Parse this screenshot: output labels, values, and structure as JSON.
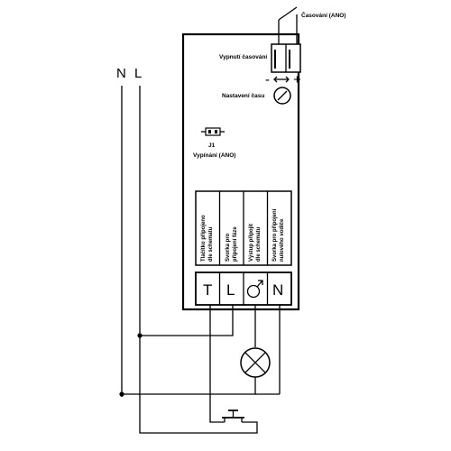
{
  "supply": {
    "n_label": "N",
    "l_label": "L"
  },
  "labels": {
    "casovani": "Časování (ANO)",
    "vypnuti": "Vypnutí časování",
    "nastaveni": "Nastavení času",
    "minus": "-",
    "plus": "+",
    "j1": "J1",
    "vypinani": "Vypínání (ANO)"
  },
  "columns": [
    {
      "line1": "Tlačítko připojeno",
      "line2": "dle schematu"
    },
    {
      "line1": "Svorka pro",
      "line2": "připojení fáze"
    },
    {
      "line1": "Výstup připojit",
      "line2": "dle schematu"
    },
    {
      "line1": "Svorka pro připojení",
      "line2": "nulového vodiče"
    }
  ],
  "terminals": {
    "t": "T",
    "l": "L",
    "n": "N"
  }
}
